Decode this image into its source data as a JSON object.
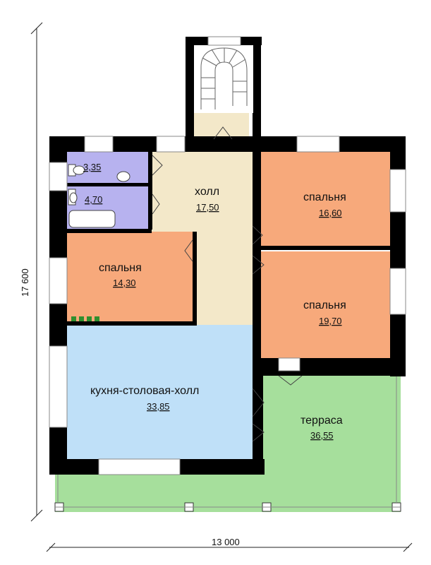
{
  "dimensions": {
    "height_label": "17 600",
    "width_label": "13 000"
  },
  "rooms": {
    "wc1": {
      "area": "3,35",
      "color": "#b7b2ef"
    },
    "wc2": {
      "area": "4,70",
      "color": "#b7b2ef"
    },
    "hall": {
      "name": "холл",
      "area": "17,50",
      "color": "#f3e8c9"
    },
    "bedroom_ne": {
      "name": "спальня",
      "area": "16,60",
      "color": "#f7a97b"
    },
    "bedroom_w": {
      "name": "спальня",
      "area": "14,30",
      "color": "#f7a97b"
    },
    "bedroom_e": {
      "name": "спальня",
      "area": "19,70",
      "color": "#f7a97b"
    },
    "kitchen": {
      "name": "кухня-столовая-холл",
      "area": "33,85",
      "color": "#bfe0f8"
    },
    "terrace": {
      "name": "терраса",
      "area": "36,55",
      "color": "#a6df9c"
    }
  },
  "colors": {
    "wall": "#000000",
    "stair": "#f3e8c9"
  }
}
